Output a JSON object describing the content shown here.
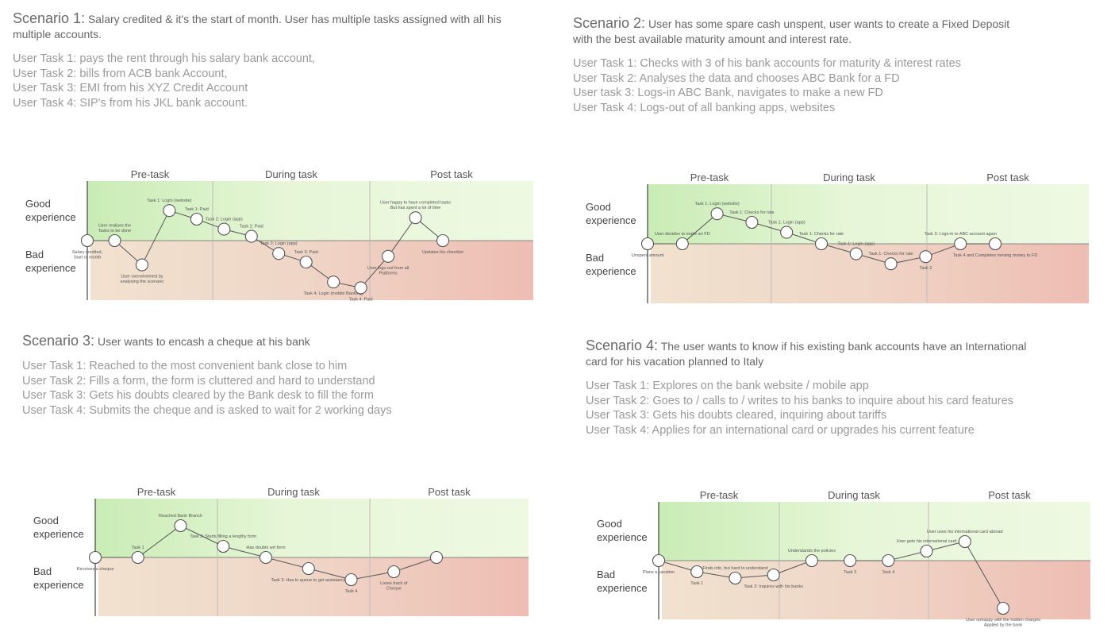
{
  "scenarios": [
    {
      "number": "Scenario 1:",
      "title": "Salary credited & it's the start of month. User has multiple tasks assigned with all his multiple accounts.",
      "tasks": [
        "User Task 1: pays the rent through his salary bank account,",
        "User Task 2: bills from ACB bank Account,",
        "User Task 3: EMI from his XYZ Credit Account",
        "User Task 4: SIP's from his JKL bank account."
      ],
      "phases": [
        "Pre-task",
        "During task",
        "Post task"
      ],
      "good_label": [
        "Good",
        "experience"
      ],
      "bad_label": [
        "Bad",
        "experience"
      ],
      "points": [
        {
          "x": 0,
          "y": 0,
          "label": [
            "Salary credited,",
            "Start of month"
          ],
          "pos": "below"
        },
        {
          "x": 1,
          "y": 0,
          "label": [
            "User realises the",
            "Tasks to be done"
          ],
          "pos": "above"
        },
        {
          "x": 2,
          "y": -1.7,
          "label": [
            "User overwhelmed by",
            "analysing the scenario"
          ],
          "pos": "below"
        },
        {
          "x": 3,
          "y": 2.1,
          "label": [
            "Task 1: Login (website)"
          ],
          "pos": "above"
        },
        {
          "x": 4,
          "y": 1.5,
          "label": [
            "Task 1: Paid"
          ],
          "pos": "above"
        },
        {
          "x": 5,
          "y": 0.8,
          "label": [
            "Task 2: Login (app)"
          ],
          "pos": "above"
        },
        {
          "x": 6,
          "y": 0.3,
          "label": [
            "Task 2: Paid"
          ],
          "pos": "above"
        },
        {
          "x": 7,
          "y": -0.9,
          "label": [
            "Task 3: Login (app)"
          ],
          "pos": "above"
        },
        {
          "x": 8,
          "y": -1.5,
          "label": [
            "Task 3: Paid"
          ],
          "pos": "above"
        },
        {
          "x": 9,
          "y": -2.9,
          "label": [
            "Task 4: Login (mobile Banking)"
          ],
          "pos": "below"
        },
        {
          "x": 10,
          "y": -3.3,
          "label": [
            "Task 4: Paid"
          ],
          "pos": "below"
        },
        {
          "x": 11,
          "y": -1.1,
          "label": [
            "User logs-out from all",
            "Platforms"
          ],
          "pos": "below"
        },
        {
          "x": 12,
          "y": 1.6,
          "label": [
            "User happy to have completed tasks",
            "But has spent a lot of time"
          ],
          "pos": "above"
        },
        {
          "x": 13,
          "y": 0,
          "label": [
            "Updates his checklist"
          ],
          "pos": "below"
        }
      ]
    },
    {
      "number": "Scenario 2:",
      "title": "User has some spare cash unspent, user wants to create a Fixed Deposit with the best available maturity amount and interest rate.",
      "tasks": [
        "User Task 1: Checks with 3 of his bank accounts for maturity & interest rates",
        "User Task 2: Analyses the data and chooses ABC Bank for a FD",
        "User task 3: Logs-in ABC Bank, navigates to make a new FD",
        "User Task 4: Logs-out of all banking apps, websites"
      ],
      "phases": [
        "Pre-task",
        "During task",
        "Post task"
      ],
      "good_label": [
        "Good",
        "experience"
      ],
      "bad_label": [
        "Bad",
        "experience"
      ],
      "points": [
        {
          "x": 0,
          "y": 0,
          "label": [
            "Unspent amount"
          ],
          "pos": "below"
        },
        {
          "x": 1,
          "y": 0,
          "label": [
            "User decides to make an FD"
          ],
          "pos": "above"
        },
        {
          "x": 2,
          "y": 2.1,
          "label": [
            "Task 1: Login (website)"
          ],
          "pos": "above"
        },
        {
          "x": 3,
          "y": 1.5,
          "label": [
            "Task 1: Checks for rate"
          ],
          "pos": "above"
        },
        {
          "x": 4,
          "y": 0.8,
          "label": [
            "Task 1: Login (app)"
          ],
          "pos": "above"
        },
        {
          "x": 5,
          "y": 0,
          "label": [
            "Task 1: Checks for rate"
          ],
          "pos": "above"
        },
        {
          "x": 6,
          "y": -0.7,
          "label": [
            "Task 1: Login (app)"
          ],
          "pos": "above"
        },
        {
          "x": 7,
          "y": -1.4,
          "label": [
            "Task 1: Checks for rate"
          ],
          "pos": "above"
        },
        {
          "x": 8,
          "y": -0.9,
          "label": [
            "Task 2"
          ],
          "pos": "below"
        },
        {
          "x": 9,
          "y": 0,
          "label": [
            "Task 3: Logs-in to ABC account again"
          ],
          "pos": "above"
        },
        {
          "x": 10,
          "y": 0,
          "label": [
            "Task 4 and Completes moving money to FD"
          ],
          "pos": "below"
        }
      ]
    },
    {
      "number": "Scenario 3:",
      "title": "User wants to encash a cheque at his bank",
      "tasks": [
        "User Task 1: Reached to the most convenient bank close to him",
        "User Task 2: Fills a form, the form is cluttered and hard to understand",
        "User Task 3: Gets his doubts cleared by the Bank desk to fill the form",
        "User Task 4: Submits the cheque and is asked to wait for 2 working days"
      ],
      "phases": [
        "Pre-task",
        "During task",
        "Post task"
      ],
      "good_label": [
        "Good",
        "experience"
      ],
      "bad_label": [
        "Bad",
        "experience"
      ],
      "points": [
        {
          "x": 0,
          "y": 0,
          "label": [
            "Receives a cheque"
          ],
          "pos": "below"
        },
        {
          "x": 1,
          "y": 0,
          "label": [
            "Task 1"
          ],
          "pos": "above"
        },
        {
          "x": 2,
          "y": 2.0,
          "label": [
            "Reached Bank Branch"
          ],
          "pos": "above"
        },
        {
          "x": 3,
          "y": 0.7,
          "label": [
            "Task 2: Starts filling a lengthy form"
          ],
          "pos": "above"
        },
        {
          "x": 4,
          "y": 0,
          "label": [
            "Has doubts wrt form"
          ],
          "pos": "above"
        },
        {
          "x": 5,
          "y": -0.7,
          "label": [
            "Task 3: Has to queue to get assistance"
          ],
          "pos": "below"
        },
        {
          "x": 6,
          "y": -1.4,
          "label": [
            "Task 4"
          ],
          "pos": "below"
        },
        {
          "x": 7,
          "y": -0.9,
          "label": [
            "Loses track of",
            "Cheque"
          ],
          "pos": "below"
        },
        {
          "x": 8,
          "y": 0,
          "label": [
            ""
          ],
          "pos": "below"
        }
      ]
    },
    {
      "number": "Scenario 4:",
      "title": "The user wants to know if his existing bank accounts have an International card for his vacation planned to Italy",
      "tasks": [
        "User Task 1: Explores on the bank website / mobile app",
        "User Task 2: Goes to / calls to / writes to his banks to inquire about his card features",
        "User Task 3: Gets his doubts cleared, inquiring about tariffs",
        "User Task 4: Applies for an international card or upgrades his current feature"
      ],
      "phases": [
        "Pre-task",
        "During task",
        "Post task"
      ],
      "good_label": [
        "Good",
        "experience"
      ],
      "bad_label": [
        "Bad",
        "experience"
      ],
      "points": [
        {
          "x": 0,
          "y": 0,
          "label": [
            "Plans a vacation"
          ],
          "pos": "below"
        },
        {
          "x": 1,
          "y": -0.7,
          "label": [
            "Task 1"
          ],
          "pos": "below"
        },
        {
          "x": 2,
          "y": -1.1,
          "label": [
            "Finds info, but hard to understand"
          ],
          "pos": "above"
        },
        {
          "x": 3,
          "y": -0.9,
          "label": [
            "Task 2: Inquires with his banks"
          ],
          "pos": "below"
        },
        {
          "x": 4,
          "y": 0,
          "label": [
            "Understands the policies"
          ],
          "pos": "above"
        },
        {
          "x": 5,
          "y": 0,
          "label": [
            "Task 3"
          ],
          "pos": "below"
        },
        {
          "x": 6,
          "y": 0,
          "label": [
            "Task 4"
          ],
          "pos": "below"
        },
        {
          "x": 7,
          "y": 0.6,
          "label": [
            "User gets his international card"
          ],
          "pos": "above"
        },
        {
          "x": 8,
          "y": 1.2,
          "label": [
            "User uses his international card abroad"
          ],
          "pos": "above"
        },
        {
          "x": 9,
          "y": -3.0,
          "label": [
            "User unhappy with the hidden charges",
            "Applied by the bank"
          ],
          "pos": "below"
        }
      ]
    }
  ]
}
